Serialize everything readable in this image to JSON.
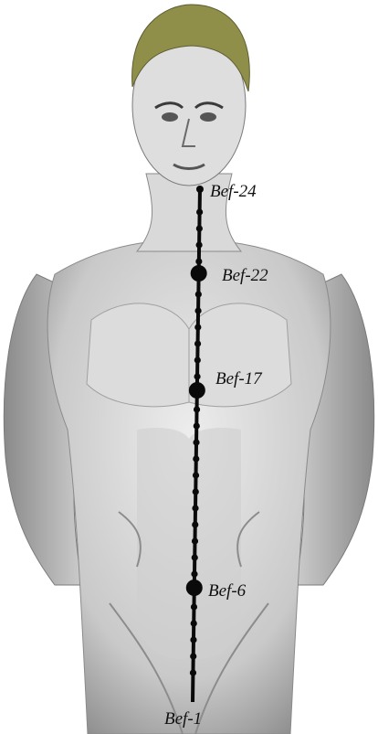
{
  "colors": {
    "line": "#0a0a0a",
    "skin_light": "#e9e9e9",
    "skin_shade": "#9c9c9c",
    "skin_dark": "#6f6f6f",
    "hair_olive": "#8f8f4a",
    "background": "#ffffff"
  },
  "points": [
    {
      "label": "Bef-24",
      "major": false
    },
    {
      "label": "Bef-22",
      "major": true
    },
    {
      "label": "Bef-17",
      "major": true
    },
    {
      "label": "Bef-6",
      "major": true
    },
    {
      "label": "Bef-1",
      "major": false
    }
  ]
}
